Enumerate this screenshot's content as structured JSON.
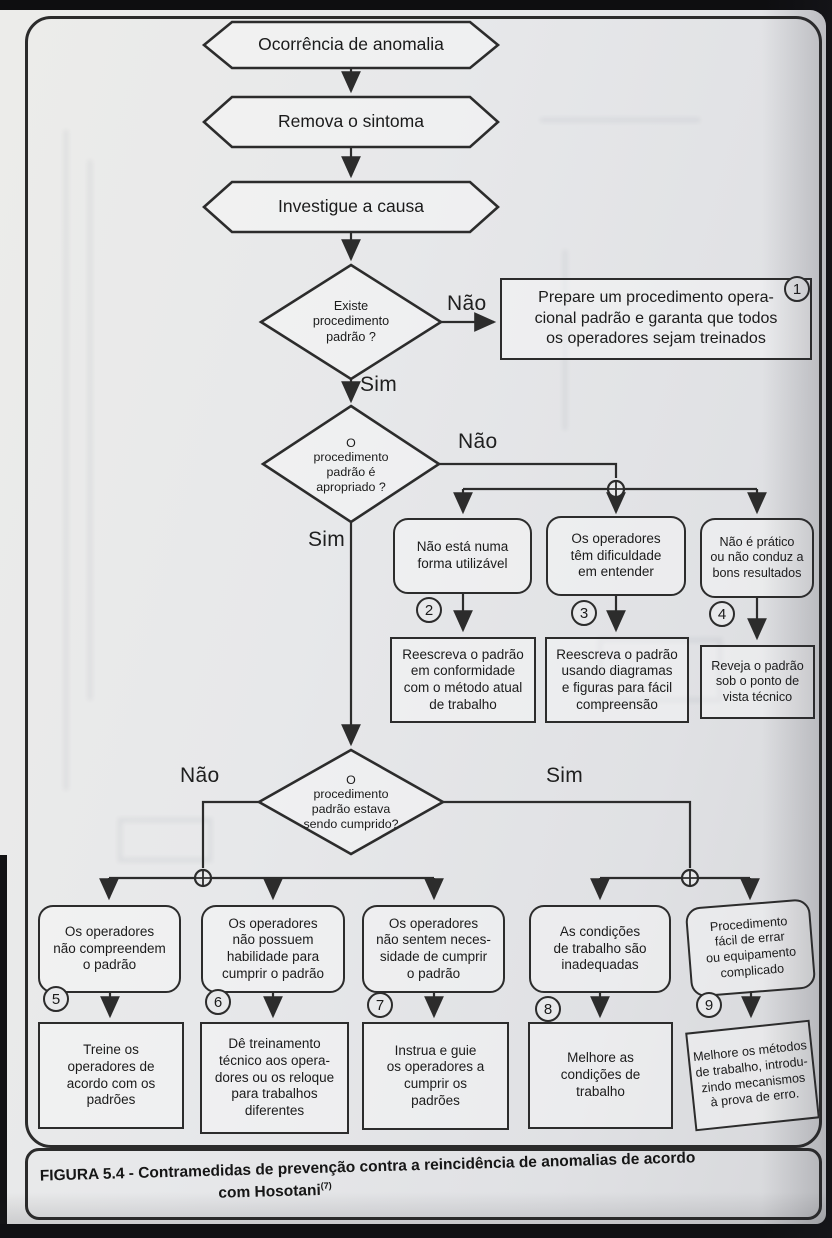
{
  "flow": {
    "start": {
      "label": "Ocorrência de anomalia"
    },
    "remove_symptom": {
      "label": "Remova o sintoma"
    },
    "investigate": {
      "label": "Investigue a causa"
    },
    "decision_exists": {
      "label": "Existe\nprocedimento\npadrão ?",
      "no": "Não",
      "yes": "Sim"
    },
    "action1": {
      "number": "1",
      "text": "Prepare um procedimento opera-\ncional padrão e garanta que todos\nos operadores sejam treinados"
    },
    "decision_appropriate": {
      "label": "O\nprocedimento\npadrão é\napropriado ?",
      "no": "Não",
      "yes": "Sim"
    },
    "not_appropriate": {
      "causes": [
        {
          "number": "2",
          "cause": "Não está numa\nforma utilizável",
          "action": "Reescreva o padrão\nem conformidade\ncom o método atual\nde trabalho"
        },
        {
          "number": "3",
          "cause": "Os operadores\ntêm dificuldade\nem entender",
          "action": "Reescreva o padrão\nusando diagramas\ne figuras para fácil\ncompreensão"
        },
        {
          "number": "4",
          "cause": "Não é prático\nou não conduz a\nbons resultados",
          "action": "Reveja o padrão\nsob o ponto de\nvista técnico"
        }
      ]
    },
    "decision_followed": {
      "label": "O\nprocedimento\npadrão estava\nsendo cumprido?",
      "no": "Não",
      "yes": "Sim"
    },
    "not_followed": {
      "causes": [
        {
          "number": "5",
          "cause": "Os operadores\nnão compreendem\no padrão",
          "action": "Treine os\noperadores de\nacordo com os\npadrões"
        },
        {
          "number": "6",
          "cause": "Os operadores\nnão possuem\nhabilidade para\ncumprir o padrão",
          "action": "Dê treinamento\ntécnico aos opera-\ndores ou os reloque\npara trabalhos\ndiferentes"
        },
        {
          "number": "7",
          "cause": "Os operadores\nnão sentem neces-\nsidade de cumprir\no padrão",
          "action": "Instrua e guie\nos operadores a\ncumprir os\npadrões"
        }
      ]
    },
    "followed": {
      "causes": [
        {
          "number": "8",
          "cause": "As condições\nde trabalho são\ninadequadas",
          "action": "Melhore as\ncondições de\ntrabalho"
        },
        {
          "number": "9",
          "cause": "Procedimento\nfácil de errar\nou equipamento\ncomplicado",
          "action": "Melhore os métodos\nde trabalho, introdu-\nzindo mecanismos\nà prova de erro."
        }
      ]
    }
  },
  "caption": {
    "line1": "FIGURA 5.4 - Contramedidas de prevenção contra a reincidência de anomalias de acordo",
    "line2": "com Hosotani",
    "ref": "(7)"
  }
}
